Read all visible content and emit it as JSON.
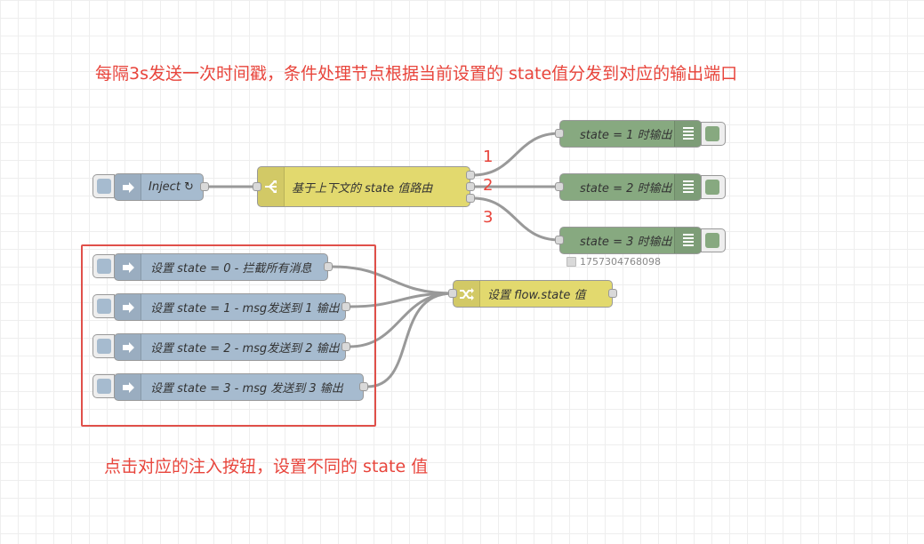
{
  "annotations": {
    "top": "每隔3s发送一次时间戳，条件处理节点根据当前设置的 state值分发到对应的输出端口",
    "bottom": "点击对应的注入按钮，设置不同的 state 值",
    "port_1": "1",
    "port_2": "2",
    "port_3": "3"
  },
  "nodes": {
    "inject_main": {
      "label": "Inject ↻",
      "icon": "arrow-right-icon"
    },
    "switch": {
      "label": "基于上下文的 state 值路由",
      "icon": "switch-fork-icon"
    },
    "debug_1": {
      "label": "state = 1 时输出",
      "icon": "list-icon"
    },
    "debug_2": {
      "label": "state = 2 时输出",
      "icon": "list-icon"
    },
    "debug_3": {
      "label": "state = 3 时输出",
      "icon": "list-icon",
      "status": "1757304768098"
    },
    "set_0": {
      "label": "设置 state = 0 - 拦截所有消息",
      "icon": "arrow-right-icon"
    },
    "set_1": {
      "label": "设置 state = 1 - msg发送到 1 输出",
      "icon": "arrow-right-icon"
    },
    "set_2": {
      "label": "设置 state = 2 - msg发送到 2 输出",
      "icon": "arrow-right-icon"
    },
    "set_3": {
      "label": "设置 state = 3 - msg 发送到 3 输出",
      "icon": "arrow-right-icon"
    },
    "change": {
      "label": "设置 flow.state 值",
      "icon": "shuffle-icon"
    }
  },
  "colors": {
    "inject": "#a6bbcf",
    "function": "#e2d96e",
    "debug": "#87a980",
    "annotation": "#e8453c",
    "wire": "#999999"
  }
}
